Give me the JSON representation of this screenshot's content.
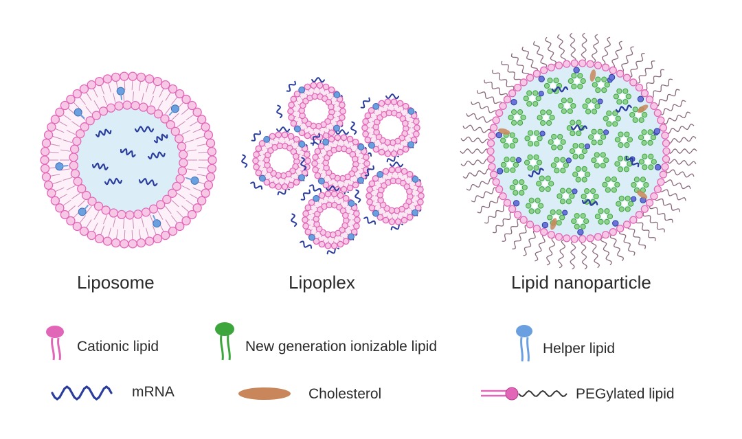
{
  "colors": {
    "cationic": "#e266b8",
    "cationic_light": "#f7c8e6",
    "cationic_dark": "#b43c8c",
    "ionizable": "#3ca63c",
    "helper": "#6a9fe0",
    "mrna": "#2b3d9c",
    "cholesterol": "#c9865a",
    "peg": "#8a6a7c",
    "core": "#dbeef7"
  },
  "captions": {
    "liposome": "Liposome",
    "lipoplex": "Lipoplex",
    "lnp": "Lipid nanoparticle"
  },
  "legend": {
    "cationic_lipid": "Cationic lipid",
    "ionizable_lipid": "New generation ionizable lipid",
    "helper_lipid": "Helper lipid",
    "mrna": "mRNA",
    "cholesterol": "Cholesterol",
    "pegylated_lipid": "PEGylated lipid"
  },
  "legend_icons": {
    "cationic_lipid": "cationic-lipid-icon",
    "ionizable_lipid": "ionizable-lipid-icon",
    "helper_lipid": "helper-lipid-icon",
    "mrna": "mrna-icon",
    "cholesterol": "cholesterol-icon",
    "pegylated_lipid": "pegylated-lipid-icon"
  }
}
